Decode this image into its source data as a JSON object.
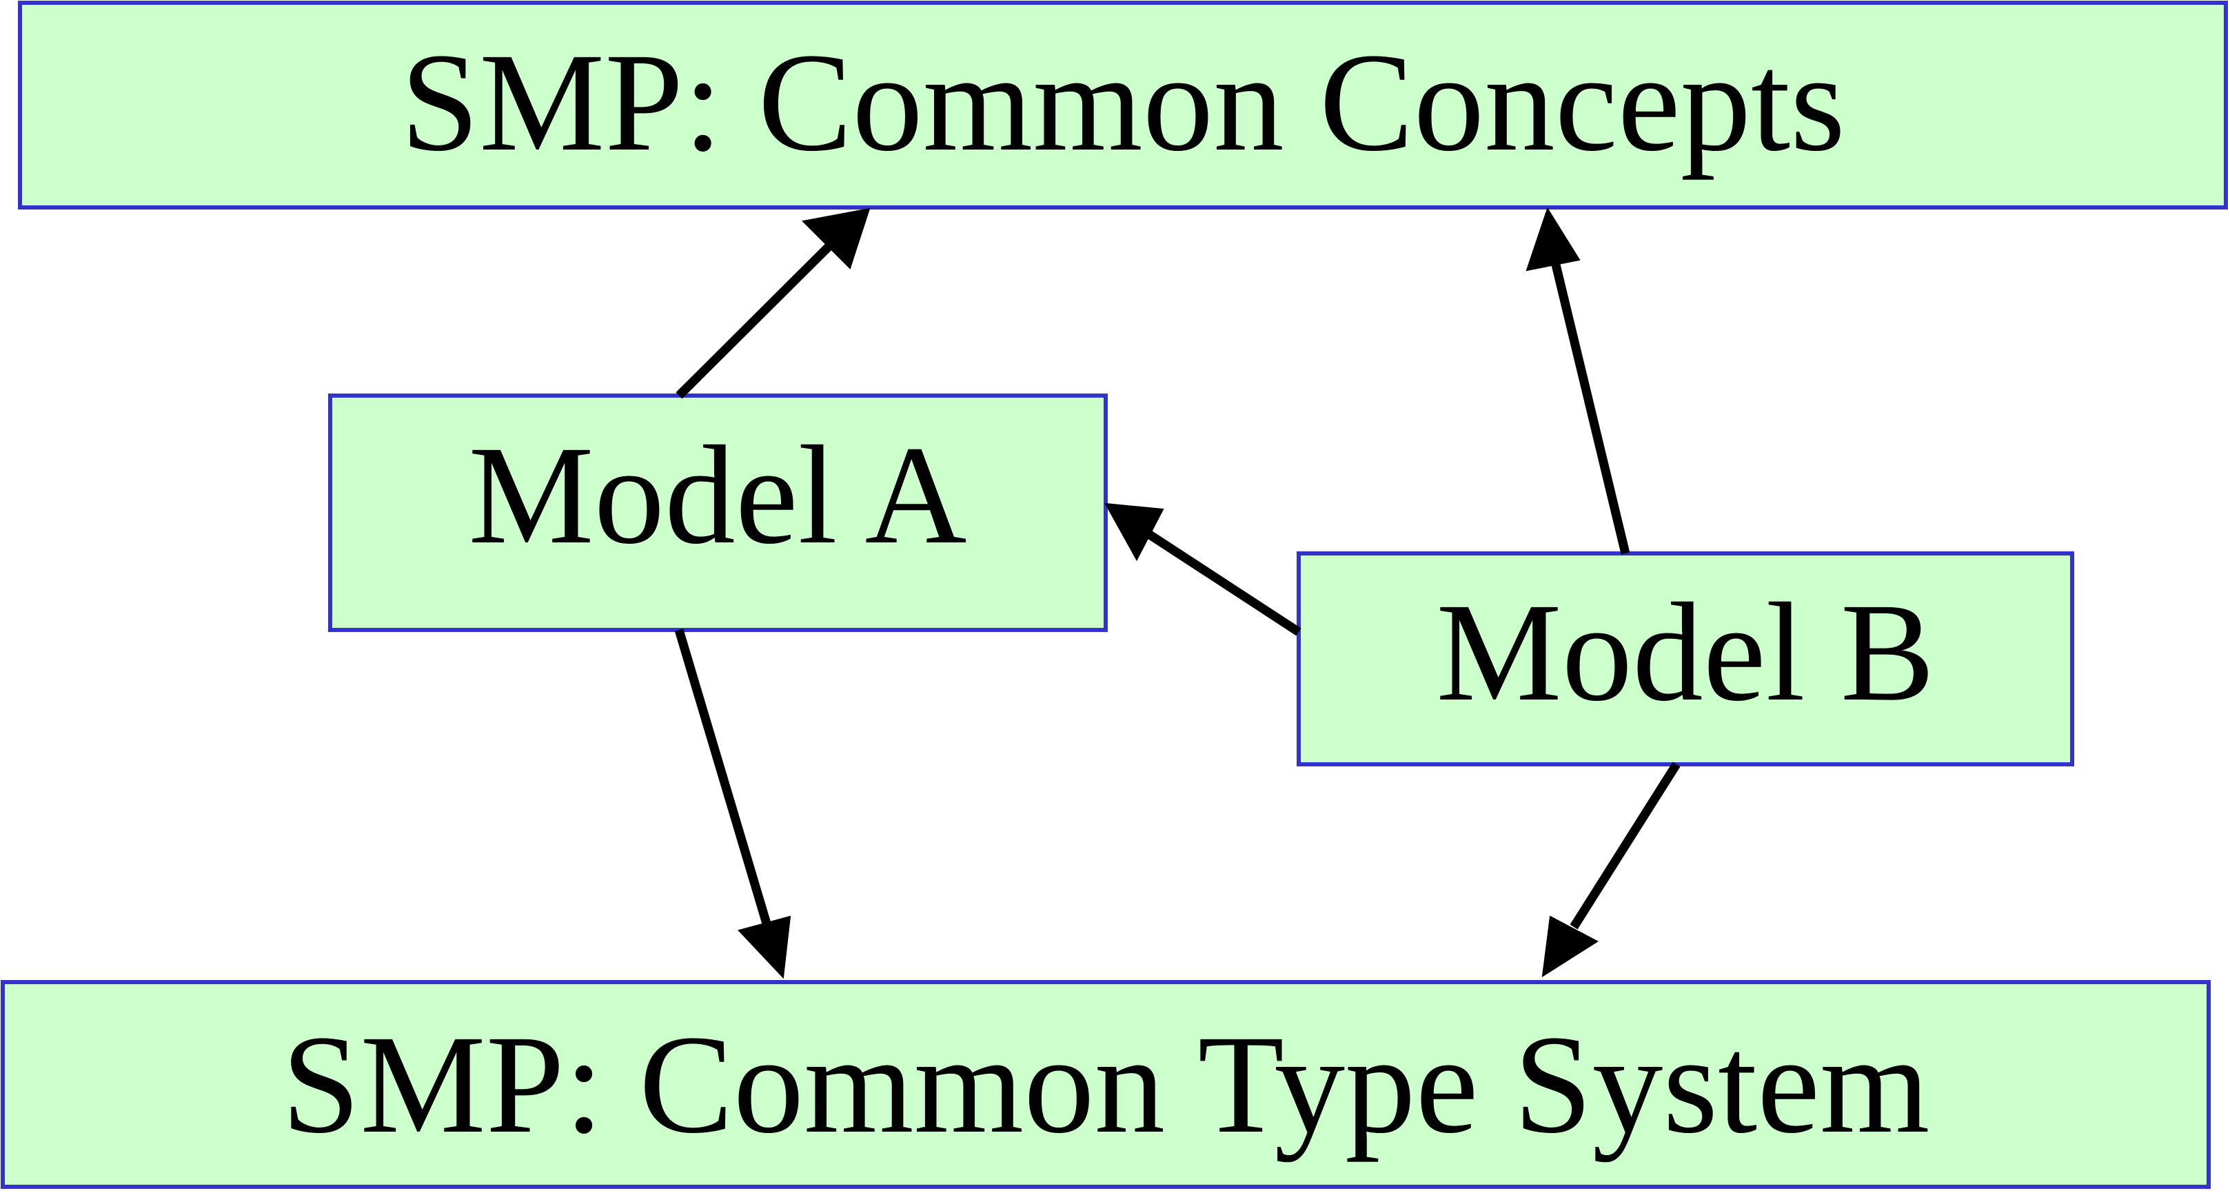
{
  "diagram": {
    "colors": {
      "box_fill": "#ccffcc",
      "box_border": "#3333cc",
      "arrow": "#000000",
      "text": "#000000",
      "background": "#ffffff"
    },
    "nodes": {
      "common_concepts": {
        "label": "SMP: Common Concepts"
      },
      "model_a": {
        "label": "Model A"
      },
      "model_b": {
        "label": "Model B"
      },
      "common_type_system": {
        "label": "SMP: Common Type System"
      }
    },
    "edges": [
      {
        "from": "Model A",
        "to": "SMP: Common Concepts"
      },
      {
        "from": "Model A",
        "to": "SMP: Common Type System"
      },
      {
        "from": "Model B",
        "to": "SMP: Common Concepts"
      },
      {
        "from": "Model B",
        "to": "Model A"
      },
      {
        "from": "Model B",
        "to": "SMP: Common Type System"
      }
    ]
  }
}
